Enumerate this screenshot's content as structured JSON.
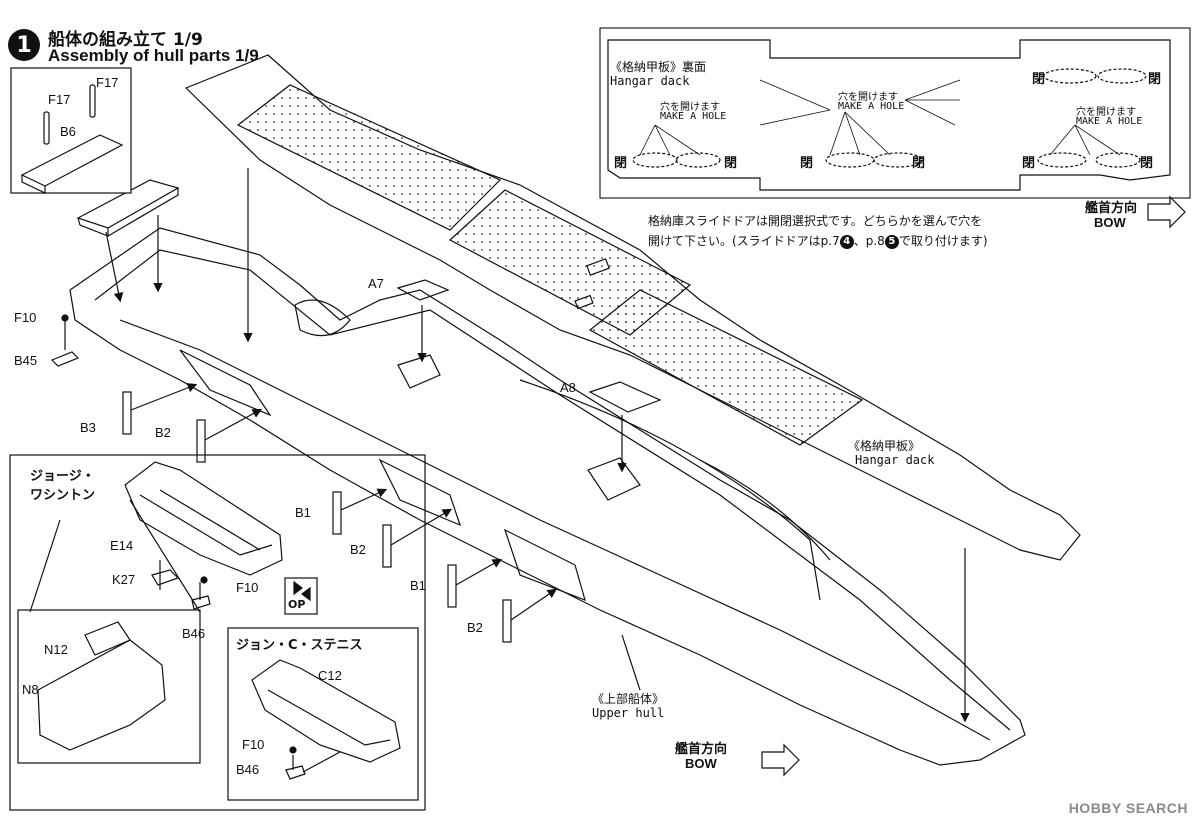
{
  "step": {
    "number": "1",
    "title_jp": "船体の組み立て 1/9",
    "title_en": "Assembly of hull parts 1/9"
  },
  "parts": {
    "f17_a": "F17",
    "f17_b": "F17",
    "b6": "B6",
    "f10_a": "F10",
    "b45": "B45",
    "b3": "B3",
    "b2_a": "B2",
    "a7": "A7",
    "a8": "A8",
    "b1_a": "B1",
    "b2_b": "B2",
    "b1_b": "B1",
    "b2_c": "B2",
    "e14": "E14",
    "k27": "K27",
    "f10_b": "F10",
    "b46_a": "B46",
    "n12": "N12",
    "n8": "N8",
    "c12": "C12",
    "f10_c": "F10",
    "b46_b": "B46"
  },
  "variants": {
    "gw_line1": "ジョージ・",
    "gw_line2": "ワシントン",
    "jcs": "ジョン・C・ステニス",
    "op": "OP"
  },
  "hangar_inset": {
    "title_jp": "《格納甲板》裏面",
    "title_en": "Hangar dack",
    "hole_jp": "穴を開けます",
    "hole_en": "MAKE A HOLE",
    "closed": "閉"
  },
  "notes": {
    "line1": "格納庫スライドドアは開閉選択式です。どちらかを選んで穴を",
    "line2_a": "開けて下さい。(スライドドアはp.7",
    "num4": "4",
    "line2_b": "、p.8",
    "num5": "5",
    "line2_c": "で取り付けます)"
  },
  "labels": {
    "hangar_jp": "《格納甲板》",
    "hangar_en": "Hangar dack",
    "upper_jp": "《上部船体》",
    "upper_en": "Upper hull",
    "bow_jp": "艦首方向",
    "bow_en": "BOW"
  },
  "watermark": "HOBBY SEARCH",
  "colors": {
    "ink": "#111111",
    "watermark": "#8a8a8a"
  }
}
